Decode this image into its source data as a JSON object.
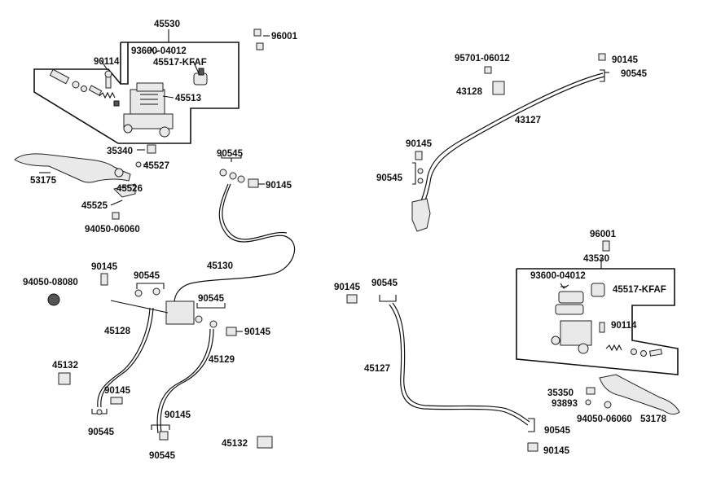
{
  "labels": {
    "l45530a": "45530",
    "l96001a": "96001",
    "l93600a": "93600-04012",
    "l90114a": "90114",
    "l45517a": "45517-KFAF",
    "l45513": "45513",
    "l35340": "35340",
    "l45527": "45527",
    "l53175": "53175",
    "l45526": "45526",
    "l45525": "45525",
    "l94050a": "94050-06060",
    "l90545a": "90545",
    "l90145a": "90145",
    "l90145b": "90145",
    "l90545b": "90545",
    "l45130": "45130",
    "l94050b": "94050-08080",
    "l45128": "45128",
    "l90545c": "90545",
    "l90145c": "90145",
    "l45129": "45129",
    "l45132a": "45132",
    "l90145d": "90145",
    "l90545d": "90545",
    "l90145e": "90145",
    "l90545e": "90545",
    "l45132b": "45132",
    "l95701": "95701-06012",
    "l90145f": "90145",
    "l90545f": "90545",
    "l43128": "43128",
    "l43127": "43127",
    "l90145g": "90145",
    "l90545g": "90545",
    "l96001b": "96001",
    "l43530": "43530",
    "l93600b": "93600-04012",
    "l45517b": "45517-KFAF",
    "l90114b": "90114",
    "l90145h": "90145",
    "l90545h": "90545",
    "l45127": "45127",
    "l35350": "35350",
    "l93893": "93893",
    "l94050c": "94050-06060",
    "l53178": "53178",
    "l90545i": "90545",
    "l90145i": "90145"
  }
}
